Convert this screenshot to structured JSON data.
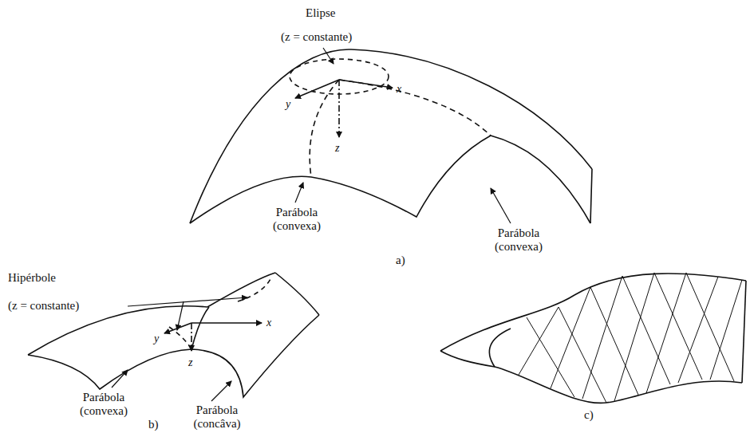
{
  "diagram": {
    "labels": [
      "Elipse",
      "(z = constante)",
      "x",
      "y",
      "z",
      "Parábola (convexa)",
      "Parábola (convexa)",
      "a)",
      "Hipérbole",
      "(z = constante)",
      "y",
      "x",
      "z",
      "Parábola (convexa)",
      "Parábola (concâva)",
      "b)",
      "c)"
    ]
  }
}
